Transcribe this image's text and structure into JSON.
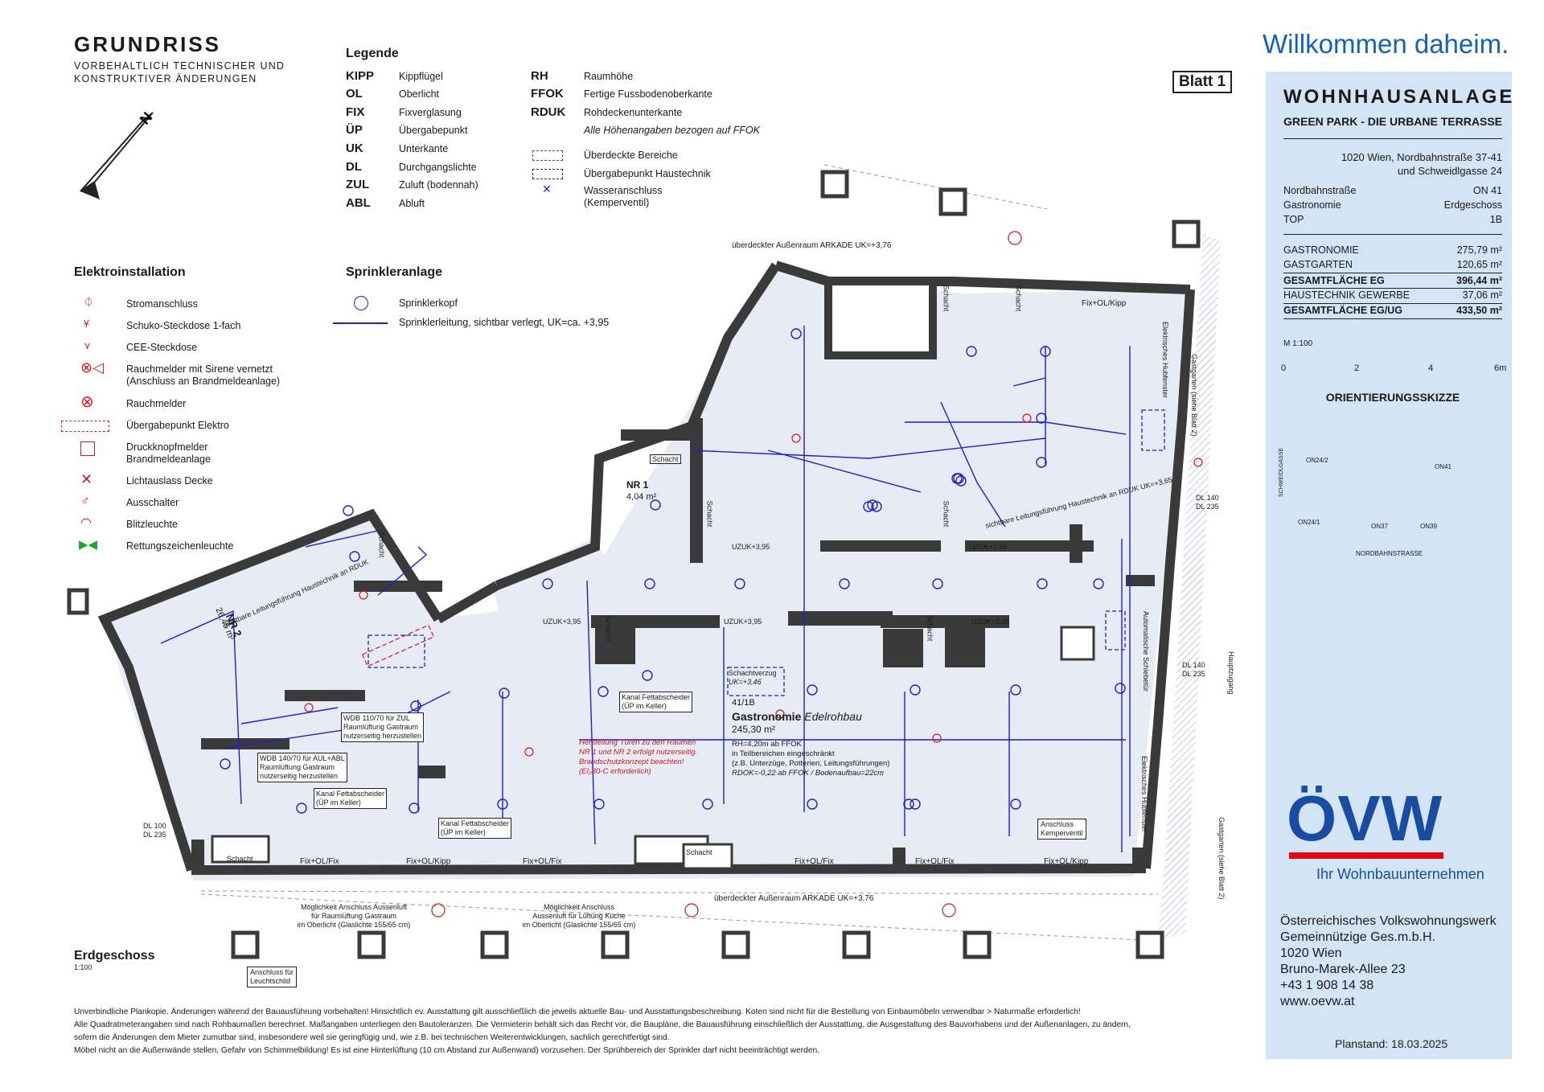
{
  "header": {
    "title": "GRUNDRISS",
    "subtitle": "VORBEHALTLICH TECHNISCHER UND KONSTRUKTIVER ÄNDERUNGEN"
  },
  "welcome": "Willkommen daheim.",
  "sheet": "Blatt 1",
  "legend": {
    "title": "Legende",
    "col1": [
      {
        "abbr": "KIPP",
        "text": "Kippflügel"
      },
      {
        "abbr": "OL",
        "text": "Oberlicht"
      },
      {
        "abbr": "FIX",
        "text": "Fixverglasung"
      },
      {
        "abbr": "ÜP",
        "text": "Übergabepunkt"
      },
      {
        "abbr": "UK",
        "text": "Unterkante"
      },
      {
        "abbr": "DL",
        "text": "Durchgangslichte"
      },
      {
        "abbr": "ZUL",
        "text": "Zuluft (bodennah)"
      },
      {
        "abbr": "ABL",
        "text": "Abluft"
      }
    ],
    "col2": [
      {
        "abbr": "RH",
        "text": "Raumhöhe"
      },
      {
        "abbr": "FFOK",
        "text": "Fertige Fussbodenoberkante"
      },
      {
        "abbr": "RDUK",
        "text": "Rohdeckenunterkante"
      }
    ],
    "note": "Alle Höhenangaben bezogen auf FFOK",
    "symbols": [
      {
        "icon": "dashed-rect-grey",
        "text": "Überdeckte Bereiche"
      },
      {
        "icon": "dashed-rect-blue",
        "text": "Übergabepunkt Haustechnik"
      },
      {
        "icon": "water-connection-icon",
        "text": "Wasseranschluss (Kemperventil)"
      }
    ]
  },
  "elektro": {
    "title": "Elektroinstallation",
    "items": [
      {
        "icon": "power-connection-icon",
        "text": "Stromanschluss"
      },
      {
        "icon": "schuko-socket-icon",
        "text": "Schuko-Steckdose 1-fach"
      },
      {
        "icon": "cee-socket-icon",
        "text": "CEE-Steckdose"
      },
      {
        "icon": "smoke-detector-siren-icon",
        "text": "Rauchmelder mit Sirene vernetzt",
        "text2": "(Anschluss an Brandmeldeanlage)"
      },
      {
        "icon": "smoke-detector-icon",
        "text": "Rauchmelder"
      },
      {
        "icon": "handover-electric-icon",
        "text": "Übergabepunkt Elektro"
      },
      {
        "icon": "push-button-alarm-icon",
        "text": "Druckknopfmelder",
        "text2": "Brandmeldeanlage"
      },
      {
        "icon": "ceiling-light-outlet-icon",
        "text": "Lichtauslass Decke"
      },
      {
        "icon": "switch-icon",
        "text": "Ausschalter"
      },
      {
        "icon": "flash-light-icon",
        "text": "Blitzleuchte"
      },
      {
        "icon": "emergency-sign-light-icon",
        "text": "Rettungszeichenleuchte"
      }
    ]
  },
  "sprinkler": {
    "title": "Sprinkleranlage",
    "items": [
      {
        "icon": "sprinkler-head-icon",
        "text": "Sprinklerkopf"
      },
      {
        "icon": "sprinkler-pipe-icon",
        "text": "Sprinklerleitung, sichtbar verlegt, UK=ca. +3,95"
      }
    ]
  },
  "panel": {
    "title": "WOHNHAUSANLAGE",
    "subtitle": "GREEN PARK - DIE URBANE TERRASSE",
    "address1": "1020 Wien, Nordbahnstraße 37-41",
    "address2": "und Schweidlgasse 24",
    "info": [
      {
        "k": "Nordbahnstraße",
        "v": "ON 41"
      },
      {
        "k": "Gastronomie",
        "v": "Erdgeschoss"
      },
      {
        "k": "TOP",
        "v": "1B"
      }
    ],
    "areas": [
      {
        "k": "GASTRONOMIE",
        "v": "275,79 m²",
        "bold": false
      },
      {
        "k": "GASTGARTEN",
        "v": "120,65 m²",
        "bold": false
      },
      {
        "k": "GESAMTFLÄCHE EG",
        "v": "396,44 m²",
        "bold": true
      },
      {
        "k": "HAUSTECHNIK GEWERBE",
        "v": "37,06 m²",
        "bold": false
      },
      {
        "k": "GESAMTFLÄCHE EG/UG",
        "v": "433,50 m²",
        "bold": true
      }
    ],
    "scale": {
      "label": "M 1:100",
      "ticks": [
        "0",
        "2",
        "4",
        "6m"
      ]
    },
    "orientation_title": "ORIENTIERUNGSSKIZZE",
    "sketch_labels": [
      "ON24/2",
      "ON24/1",
      "ON37",
      "ON39",
      "ON41",
      "SCHWEIDLGASSE",
      "NORDBAHNSTRASSE"
    ],
    "logo": "ÖVW",
    "logo_sub": "Ihr Wohnbauunternehmen",
    "company": [
      "Österreichisches Volkswohnungswerk",
      "Gemeinnützige Ges.m.b.H.",
      "1020 Wien",
      "Bruno-Marek-Allee 23",
      "+43 1 908 14 38",
      "www.oevw.at"
    ],
    "planstand": "Planstand: 18.03.2025"
  },
  "floor": {
    "label": "Erdgeschoss",
    "scale": "1:100"
  },
  "plan_labels": {
    "gastro_name": "Gastronomie",
    "gastro_sub": "Edelrohbau",
    "gastro_top": "41/1B",
    "gastro_area": "245,30 m²",
    "rh1": "RH=4,20m ab FFOK",
    "rh2": "in Teilbereichen eingeschränkt",
    "rh3": "(z.B. Unterzüge, Potterien, Leitungsführungen)",
    "rh4": "RDOK=-0,22 ab FFOK / Bodenaufbau=22cm",
    "nr1": "NR 1",
    "nr1_area": "4,04 m²",
    "nr2": "NR 2",
    "nr2_area": "26,45 m²",
    "schacht": "Schacht",
    "schachtverzug": "Schachtverzug",
    "schachtverzug_uk": "UK=+3,46",
    "uzuk": "UZUK+3,95",
    "arkade_top": "überdeckter Außenraum ARKADE UK=+3,76",
    "arkade_bottom": "überdeckter Außenraum ARKADE UK=+3,76",
    "fix_ol_kipp": "Fix+OL/Kipp",
    "fix_ol_fix": "Fix+OL/Fix",
    "warn1": "Herstellung Türen zu den Räumen",
    "warn2": "NR 1 und NR 2 erfolgt nutzerseitig.",
    "warn3": "Brandschutzkonzept beachten!",
    "warn4": "(EI₂30-C erforderlich)",
    "fett1": "Kanal Fettabscheider",
    "fett2": "(ÜP im Keller)",
    "wdb1a": "WDB 110/70 für ZUL",
    "wdb1b": "Raumlüftung Gastraum",
    "wdb1c": "nutzerseitig herzustellen",
    "wdb2a": "WDB 140/70 für AUL+ABL",
    "wdb2b": "Raumlüftung Gastraum",
    "wdb2c": "nutzerseitig herzustellen",
    "aussen1a": "Möglichkeit Anschluss Aussenluft",
    "aussen1b": "für Raumlüftung Gastraum",
    "aussen1c": "im Oberlicht (Glaslichte 155/65 cm)",
    "aussen2a": "Möglichkeit Anschluss",
    "aussen2b": "Aussenluft für Lüftung Küche",
    "aussen2c": "im Oberlicht (Glaslichte 155/65 cm)",
    "kemper1": "Anschluss",
    "kemper2": "Kemperventil",
    "leucht1": "Anschluss für",
    "leucht2": "Leuchtschild",
    "gastgarten": "Gastgarten (siehe Blatt 2)",
    "hauptzugang": "Hauptzugang",
    "dl1": "DL 140",
    "dl2": "DL 235",
    "dl3": "DL 100",
    "hubfenster": "Elektrisches Hubfenster",
    "schiebetuer": "Automatische Schiebetür",
    "leitung_rduk": "sichtbare Leitungsführung Haustechnik an RDUK UK=+3,65",
    "leitung_nr2": "sichtbare Leitungsführung Haustechnik an RDUK"
  },
  "disclaimer": [
    "Unverbindliche Plankopie. Änderungen während der Bauausführung vorbehalten! Hinsichtlich ev. Ausstattung gilt ausschließlich die jeweils aktuelle Bau- und Ausstattungsbeschreibung. Koten sind nicht für die Bestellung von Einbaumöbeln verwendbar > Naturmaße erforderlich!",
    "Alle Quadratmeterangaben sind nach Rohbaumaßen berechnet. Maßangaben unterliegen den Bautoleranzen. Die Vermieterin behält sich das Recht vor, die Baupläne, die Bauausführung einschließlich der Ausstattung, die Ausgestaltung des Bauvorhabens und der Außenanlagen, zu ändern,",
    "sofern die Änderungen dem Mieter zumutbar sind, insbesondere weil sie geringfügig und, wie z.B. bei technischen Weiterentwicklungen, sachlich gerechtfertigt sind.",
    "Möbel nicht an die Außenwände stellen, Gefahr von Schimmelbildung! Es ist eine Hinterlüftung (10 cm Abstand zur Außenwand) vorzusehen. Der Sprühbereich der Sprinkler darf nicht beeinträchtigt werden."
  ],
  "colors": {
    "accent_blue": "#1560b8",
    "panel_bg": "#d3e4f5",
    "room_fill": "#e6ebf5",
    "wall": "#3a3a3a",
    "pipe": "#1f1fc8",
    "red": "#d11a1a",
    "logo_blue": "#1a4ca3",
    "logo_red": "#e30613"
  }
}
